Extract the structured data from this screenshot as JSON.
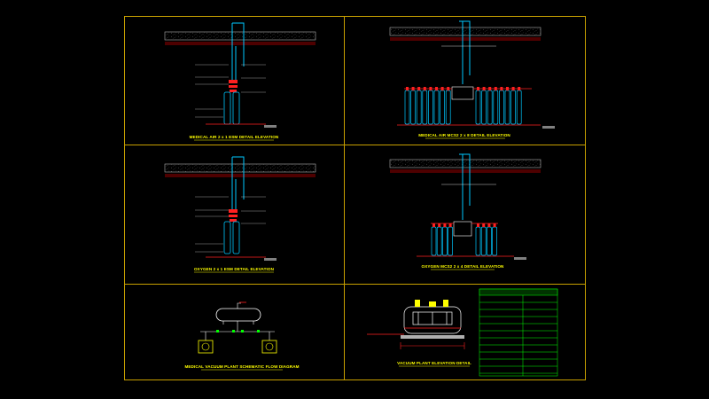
{
  "panels": [
    {
      "id": "p1",
      "caption": "MEDICAL AIR 2 x 1 ESM DETAIL ELEVATION"
    },
    {
      "id": "p2",
      "caption": "MEDICAL AIR MCS2 2 x 8 DETAIL ELEVATION"
    },
    {
      "id": "p3",
      "caption": "OXYGEN 2 x 1 ESM DETAIL ELEVATION"
    },
    {
      "id": "p4",
      "caption": "OXYGEN MCS2 2 x 4 DETAIL ELEVATION"
    },
    {
      "id": "p5",
      "caption": "MEDICAL VACUUM PLANT SCHEMATIC FLOW DIAGRAM"
    },
    {
      "id": "p6",
      "caption": "VACUUM PLANT ELEVATION DETAIL"
    }
  ],
  "colors": {
    "border": "#c8a000",
    "pipe": "#00c8ff",
    "cylinder": "#00c8ff",
    "valve": "#ff2020",
    "slab": "#b0b0b0",
    "table": "#00ff00",
    "caption": "#ffff00"
  }
}
